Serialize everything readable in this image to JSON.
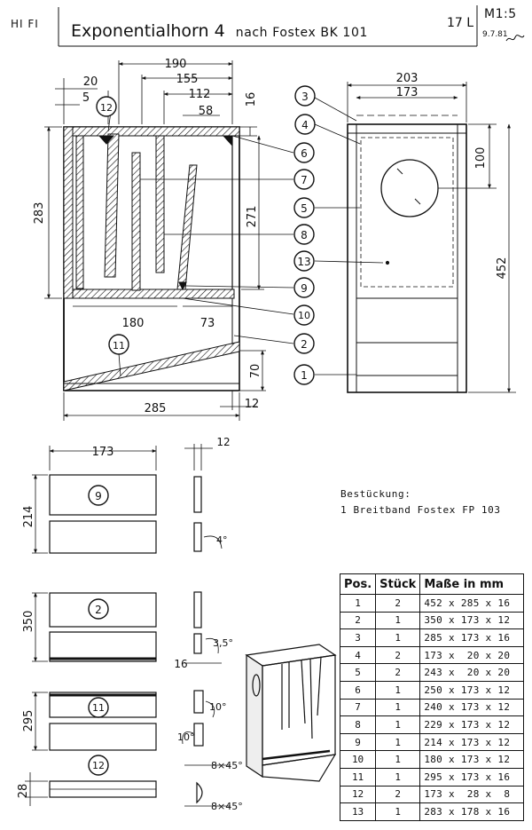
{
  "header": {
    "hifi": "HI FI",
    "title": "Exponentialhorn 4",
    "subtitle": "nach Fostex BK 101",
    "volume": "17 L",
    "scale": "M1:5",
    "date": "9.7.81"
  },
  "dimensions": {
    "d190": "190",
    "d155": "155",
    "d112": "112",
    "d20": "20",
    "d5": "5",
    "d58": "58",
    "d16": "16",
    "d283": "283",
    "d271": "271",
    "d180": "180",
    "d73": "73",
    "d70": "70",
    "d285": "285",
    "d12": "12",
    "d203": "203",
    "d173": "173",
    "d100": "100",
    "d452": "452",
    "bot173": "173",
    "bot12": "12",
    "d214": "214",
    "d350": "350",
    "d295": "295",
    "d28": "28",
    "d16b": "16",
    "chamfer1": "8×45°",
    "chamfer2": "8×45°",
    "ang1": "4°",
    "ang2": "3,5°",
    "ang3": "10°",
    "ang4": "10°"
  },
  "callouts": {
    "c1": "1",
    "c2": "2",
    "c3": "3",
    "c4": "4",
    "c5": "5",
    "c6": "6",
    "c7": "7",
    "c8": "8",
    "c9": "9",
    "c10": "10",
    "c11": "11",
    "c12": "12",
    "c13": "13",
    "p9": "9",
    "p2": "2",
    "p11": "11",
    "p12": "12"
  },
  "notes": {
    "heading": "Bestückung:",
    "line1": "1 Breitband Fostex FP 103"
  },
  "parts_table": {
    "headers": [
      "Pos.",
      "Stück",
      "Maße in mm"
    ],
    "rows": [
      [
        "1",
        "2",
        "452 x 285 x 16"
      ],
      [
        "2",
        "1",
        "350 x 173 x 12"
      ],
      [
        "3",
        "1",
        "285 x 173 x 16"
      ],
      [
        "4",
        "2",
        "173 x  20 x 20"
      ],
      [
        "5",
        "2",
        "243 x  20 x 20"
      ],
      [
        "6",
        "1",
        "250 x 173 x 12"
      ],
      [
        "7",
        "1",
        "240 x 173 x 12"
      ],
      [
        "8",
        "1",
        "229 x 173 x 12"
      ],
      [
        "9",
        "1",
        "214 x 173 x 12"
      ],
      [
        "10",
        "1",
        "180 x 173 x 12"
      ],
      [
        "11",
        "1",
        "295 x 173 x 16"
      ],
      [
        "12",
        "2",
        "173 x  28 x  8"
      ],
      [
        "13",
        "1",
        "283 x 178 x 16"
      ]
    ]
  }
}
